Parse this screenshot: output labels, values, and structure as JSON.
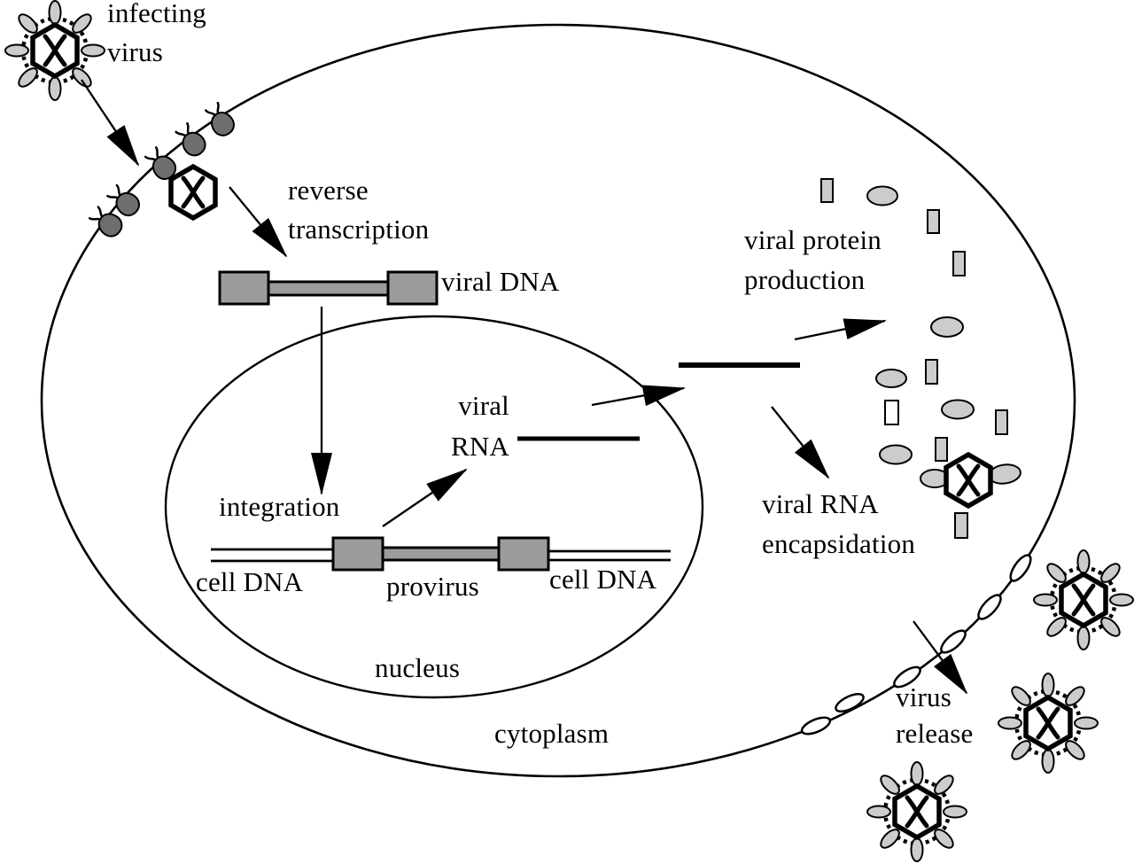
{
  "colors": {
    "background": "#ffffff",
    "ink": "#000000",
    "dna_gray": "#9c9c9c",
    "protein_gray": "#cccccc",
    "receptor_gray": "#6e6e6e"
  },
  "labels": {
    "infecting_virus": "infecting\nvirus",
    "reverse_transcription": "reverse\ntranscription",
    "viral_dna": "viral DNA",
    "integration": "integration",
    "viral_rna_nucleus": "viral\nRNA",
    "cell_dna_left": "cell DNA",
    "provirus": "provirus",
    "cell_dna_right": "cell DNA",
    "nucleus": "nucleus",
    "cytoplasm": "cytoplasm",
    "viral_protein_production": "viral protein\nproduction",
    "viral_rna_encapsidation": "viral RNA\nencapsidation",
    "virus_release": "virus\nrelease"
  }
}
